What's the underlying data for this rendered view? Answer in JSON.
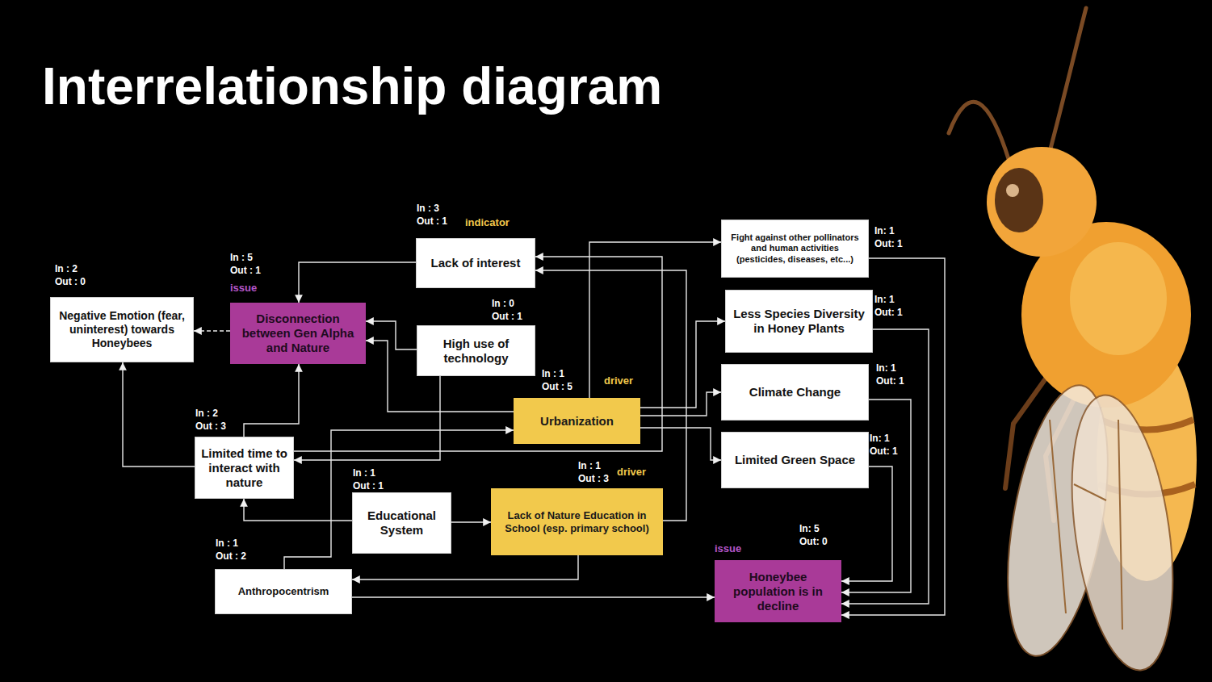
{
  "diagram": {
    "title": "Interrelationship diagram",
    "nodes": [
      {
        "text": [
          "Lack of interest",
          "In : 3 Out : 1",
          "indicator"
        ]
      },
      {
        "text": [
          "Fight against other pollinators and human activities (pesticides, diseases, etc...)",
          "In: 1 Out: 1"
        ]
      },
      {
        "text": [
          "Negative Emotion (fear, uninterest) towards Honeybees",
          "In : 2 Out : 0"
        ]
      },
      {
        "text": [
          "Disconnection between Gen Alpha and Nature",
          "In : 5 Out : 1",
          "issue"
        ]
      },
      {
        "text": [
          "High use of technology",
          "In : 0 Out : 1"
        ]
      },
      {
        "text": [
          "Less Species Diversity in Honey Plants",
          "In: 1 Out: 1"
        ]
      },
      {
        "text": [
          "Urbanization",
          "In : 1 Out : 5",
          "driver"
        ]
      },
      {
        "text": [
          "Climate Change",
          "In: 1 Out: 1"
        ]
      },
      {
        "text": [
          "Limited time to interact with nature",
          "In : 2 Out : 3"
        ]
      },
      {
        "text": [
          "Limited Green Space",
          "In: 1 Out: 1"
        ]
      },
      {
        "text": [
          "Educational System",
          "In : 1 Out : 1"
        ]
      },
      {
        "text": [
          "Lack of Nature Education in School (esp. primary school)",
          "In : 1 Out : 3",
          "driver"
        ]
      },
      {
        "text": [
          "Anthropocentrism",
          "In : 1 Out : 2"
        ]
      },
      {
        "text": [
          "Honeybee population is in decline",
          "In: 5 Out: 0",
          "issue"
        ]
      }
    ],
    "edges": [
      {
        "from": 0,
        "to": 3,
        "arrow": "to"
      },
      {
        "from": 3,
        "to": 2,
        "arrow": "to"
      },
      {
        "from": 4,
        "to": 3,
        "arrow": "to"
      },
      {
        "from": 6,
        "to": 3,
        "arrow": "to"
      },
      {
        "from": 8,
        "to": 3,
        "arrow": "to"
      },
      {
        "from": 8,
        "to": 2,
        "arrow": "to"
      },
      {
        "from": 4,
        "to": 8,
        "arrow": "to"
      },
      {
        "from": 12,
        "to": 6,
        "arrow": "to"
      },
      {
        "from": 10,
        "to": 8,
        "arrow": "to"
      },
      {
        "from": 10,
        "to": 11,
        "arrow": "to"
      },
      {
        "from": 11,
        "to": 12,
        "arrow": "to"
      },
      {
        "from": 12,
        "to": 13,
        "arrow": "to"
      },
      {
        "from": 11,
        "to": 0,
        "arrow": "to"
      },
      {
        "from": 6,
        "to": 1,
        "arrow": "to"
      },
      {
        "from": 6,
        "to": 5,
        "arrow": "to"
      },
      {
        "from": 6,
        "to": 7,
        "arrow": "to"
      },
      {
        "from": 6,
        "to": 9,
        "arrow": "to"
      },
      {
        "from": 8,
        "to": 0,
        "arrow": "to"
      },
      {
        "from": 1,
        "to": 13,
        "arrow": "to"
      },
      {
        "from": 5,
        "to": 13,
        "arrow": "to"
      },
      {
        "from": 7,
        "to": 13,
        "arrow": "to"
      },
      {
        "from": 9,
        "to": 13,
        "arrow": "to"
      }
    ]
  }
}
